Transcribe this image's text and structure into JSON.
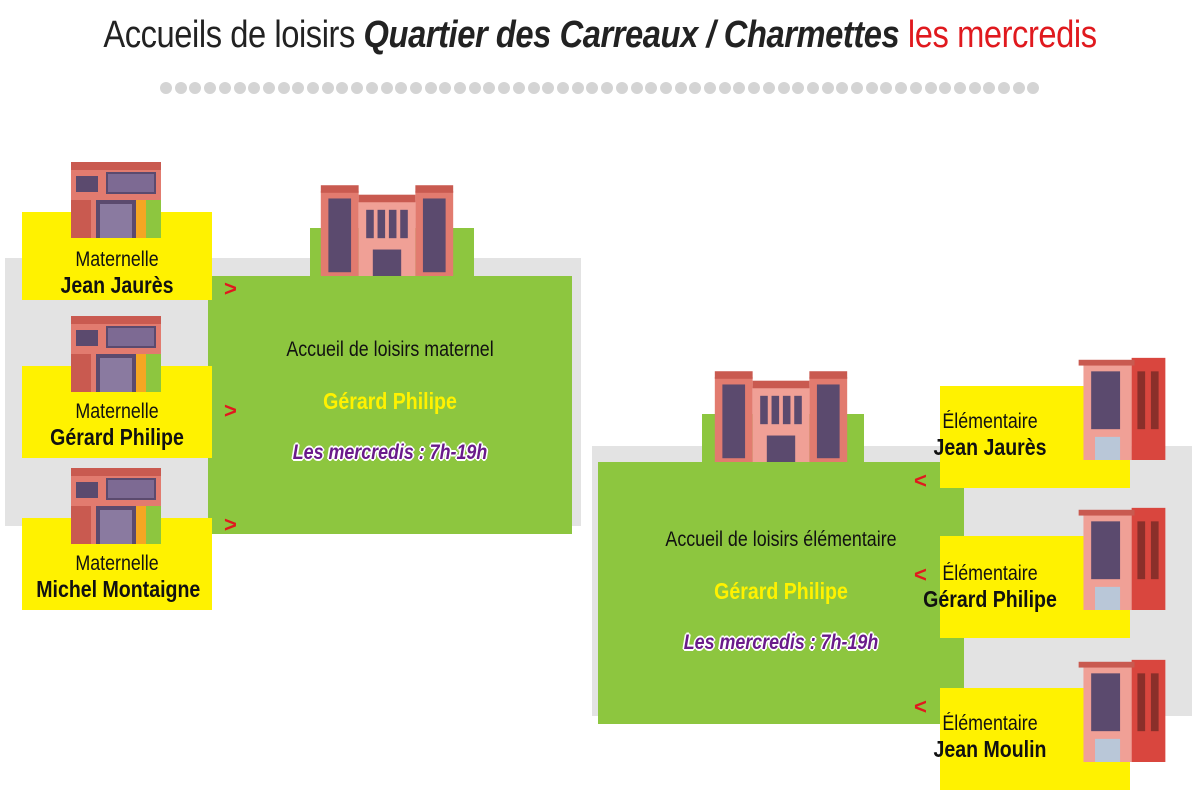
{
  "header": {
    "title_part1": "Accueils de loisirs ",
    "title_part2": "Quartier des Carreaux / Charmettes",
    "title_part3": " les mercredis"
  },
  "colors": {
    "accent_red": "#e0191e",
    "green": "#8dc63f",
    "yellow": "#fff200",
    "purple": "#6a1b8a",
    "gray": "#e3e3e3"
  },
  "maternel": {
    "center": {
      "title": "Accueil de loisirs maternel",
      "name": "Gérard Philipe",
      "hours": "Les mercredis : 7h-19h"
    },
    "schools": [
      {
        "type": "Maternelle",
        "name": "Jean Jaurès"
      },
      {
        "type": "Maternelle",
        "name": "Gérard Philipe"
      },
      {
        "type": "Maternelle",
        "name": "Michel Montaigne"
      }
    ],
    "arrow": ">"
  },
  "elementaire": {
    "center": {
      "title": "Accueil de loisirs élémentaire",
      "name": "Gérard Philipe",
      "hours": "Les mercredis : 7h-19h"
    },
    "schools": [
      {
        "type": "Élémentaire",
        "name": "Jean Jaurès"
      },
      {
        "type": "Élémentaire",
        "name": "Gérard Philipe"
      },
      {
        "type": "Élémentaire",
        "name": "Jean Moulin"
      }
    ],
    "arrow": "<"
  }
}
